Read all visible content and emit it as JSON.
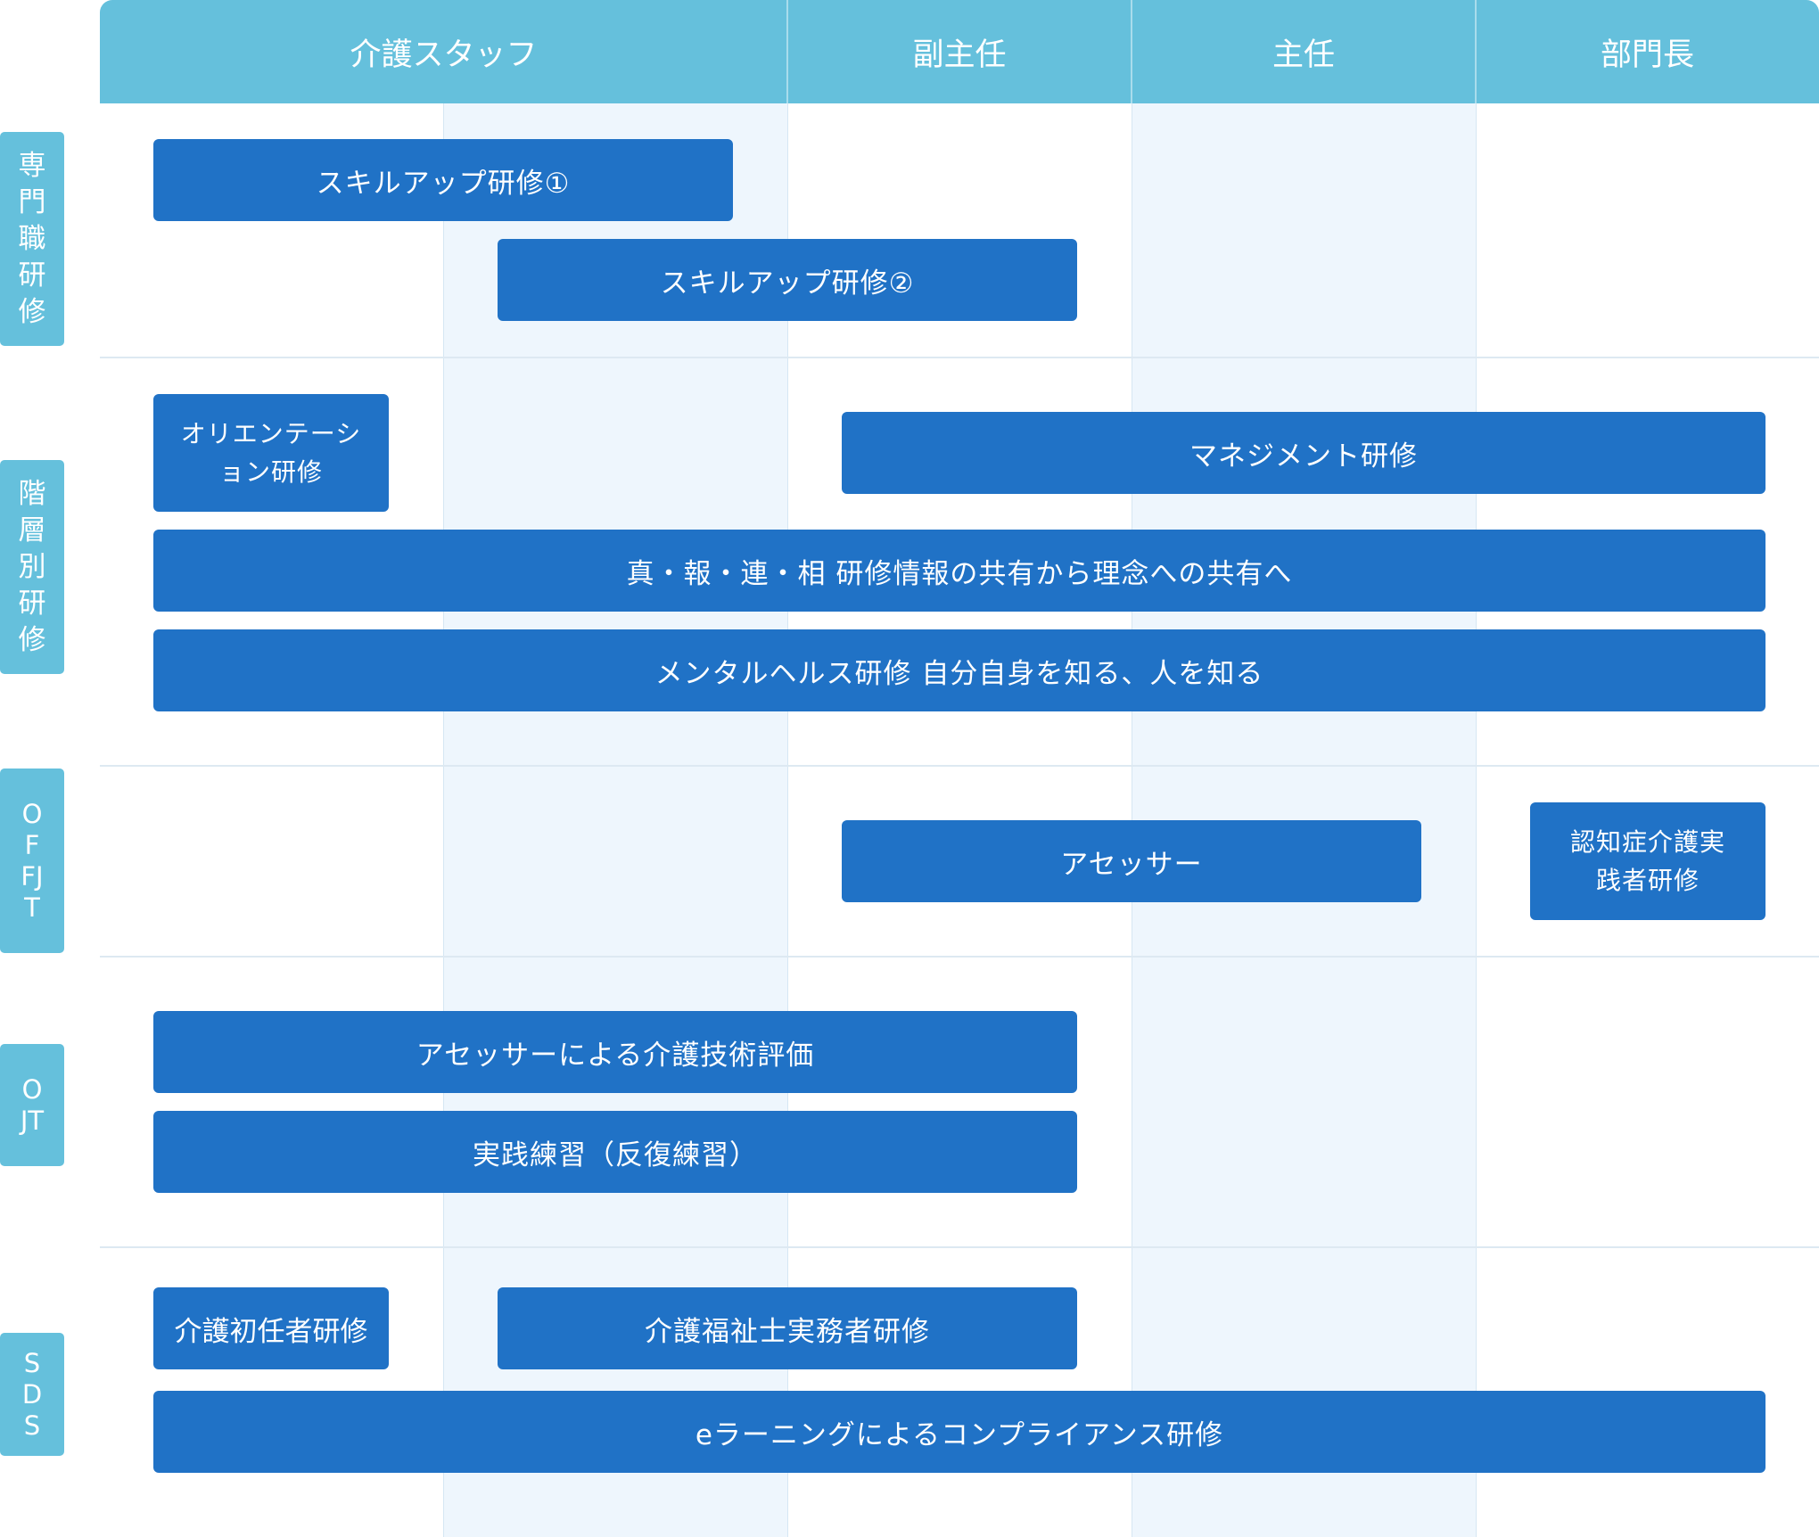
{
  "header": {
    "columns": [
      "介護スタッフ",
      "副主任",
      "主任",
      "部門長"
    ]
  },
  "categories": [
    {
      "label": "専門職研修"
    },
    {
      "label": "階層別研修"
    },
    {
      "label": "OFFJT"
    },
    {
      "label": "OJT"
    },
    {
      "label": "SDS"
    }
  ],
  "programs": [
    {
      "label": "スキルアップ研修①"
    },
    {
      "label": "スキルアップ研修②"
    },
    {
      "label": "オリエンテーション研修"
    },
    {
      "label": "マネジメント研修"
    },
    {
      "label": "真・報・連・相 研修情報の共有から理念への共有へ"
    },
    {
      "label": "メンタルヘルス研修 自分自身を知る、人を知る"
    },
    {
      "label": "アセッサー"
    },
    {
      "label": "認知症介護実践者研修"
    },
    {
      "label": "アセッサーによる介護技術評価"
    },
    {
      "label": "実践練習（反復練習）"
    },
    {
      "label": "介護初任者研修"
    },
    {
      "label": "介護福祉士実務者研修"
    },
    {
      "label": "eラーニングによるコンプライアンス研修"
    }
  ],
  "colors": {
    "header": "#65c0dc",
    "bar": "#2072c6",
    "stripe": "#eef6fd"
  }
}
